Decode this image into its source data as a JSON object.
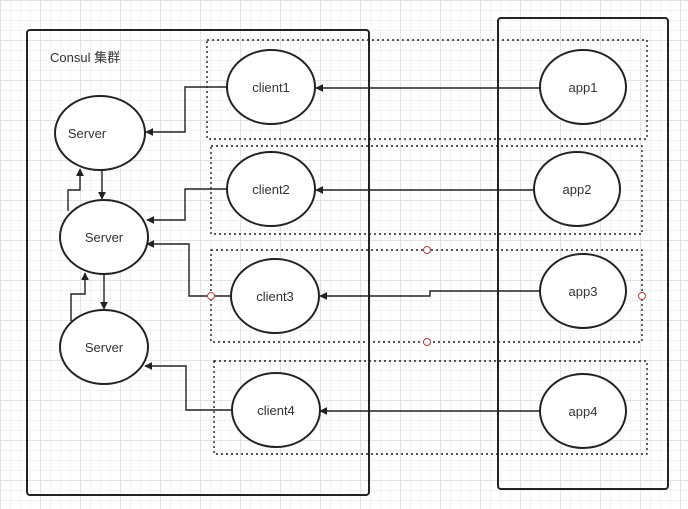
{
  "cluster": {
    "title": "Consul 集群"
  },
  "servers": [
    {
      "id": "server1",
      "label": "Server"
    },
    {
      "id": "server2",
      "label": "Server"
    },
    {
      "id": "server3",
      "label": "Server"
    }
  ],
  "clients": [
    {
      "id": "client1",
      "label": "client1"
    },
    {
      "id": "client2",
      "label": "client2"
    },
    {
      "id": "client3",
      "label": "client3"
    },
    {
      "id": "client4",
      "label": "client4"
    }
  ],
  "apps": [
    {
      "id": "app1",
      "label": "app1"
    },
    {
      "id": "app2",
      "label": "app2"
    },
    {
      "id": "app3",
      "label": "app3"
    },
    {
      "id": "app4",
      "label": "app4"
    }
  ],
  "edges": [
    {
      "from": "app1",
      "to": "client1"
    },
    {
      "from": "app2",
      "to": "client2"
    },
    {
      "from": "app3",
      "to": "client3"
    },
    {
      "from": "app4",
      "to": "client4"
    },
    {
      "from": "client1",
      "to": "server1"
    },
    {
      "from": "client2",
      "to": "server2"
    },
    {
      "from": "client3",
      "to": "server2"
    },
    {
      "from": "client4",
      "to": "server3"
    },
    {
      "from": "server1",
      "to": "server2"
    },
    {
      "from": "server2",
      "to": "server1"
    },
    {
      "from": "server2",
      "to": "server3"
    },
    {
      "from": "server3",
      "to": "server2"
    }
  ]
}
